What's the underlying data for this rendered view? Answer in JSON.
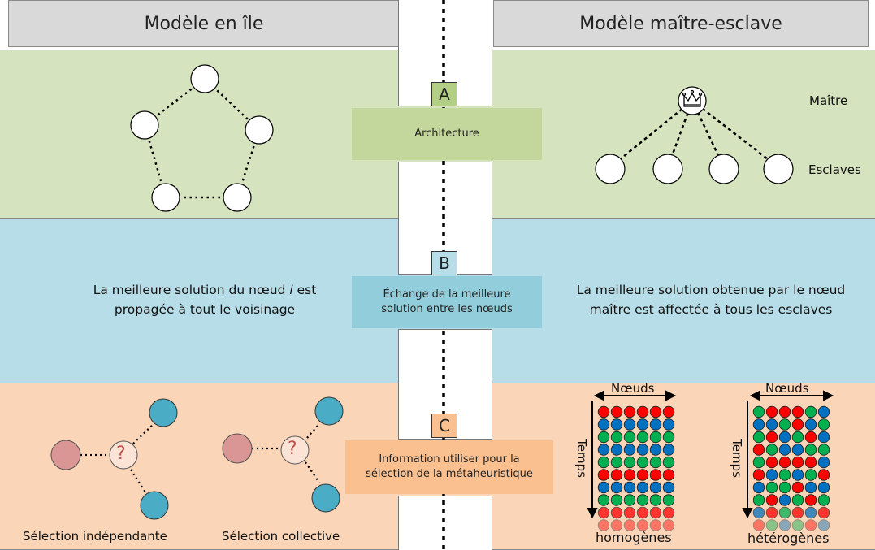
{
  "headers": {
    "left": "Modèle en île",
    "right": "Modèle maître-esclave"
  },
  "sections": {
    "a": {
      "tag": "A",
      "label": "Architecture"
    },
    "b": {
      "tag": "B",
      "label_line1": "Échange de la meilleure",
      "label_line2": "solution entre les nœuds"
    },
    "c": {
      "tag": "C",
      "label_line1": "Information utiliser pour la",
      "label_line2": "sélection de la métaheuristique"
    }
  },
  "architecture": {
    "master_label": "Maître",
    "slaves_label": "Esclaves",
    "master_icon": "crown-icon"
  },
  "exchange": {
    "island_line1_pre": "La meilleure solution du nœud ",
    "island_line1_var": "i",
    "island_line1_post": " est",
    "island_line2": "propagée à tout le voisinage",
    "master_line1": "La meilleure solution obtenue par le nœud",
    "master_line2": "maître est affectée à tous les esclaves"
  },
  "selection": {
    "question_mark": "?",
    "independent_label": "Sélection indépendante",
    "collective_label": "Sélection collective",
    "grid_x_label": "Nœuds",
    "grid_y_label": "Temps",
    "homogeneous_label": "homogènes",
    "heterogeneous_label": "hétérogènes"
  },
  "colors": {
    "band_a": "#d6e3bf",
    "band_b": "#b7dde8",
    "band_c": "#fad5b8",
    "box_a": "#c3d69b",
    "box_b": "#92cddc",
    "box_c": "#fac090",
    "tag_a": "#b2cf85",
    "tag_b": "#b7dde8",
    "tag_c": "#fac090",
    "pink_node": "#d99694",
    "blue_node": "#4bacc6",
    "question": "#c0504d",
    "dot_red": "#ff0000",
    "dot_blue": "#0070c0",
    "dot_green": "#00b050"
  },
  "grids": {
    "homogeneous_rows": [
      "red",
      "blue",
      "green",
      "blue",
      "green",
      "red",
      "blue",
      "green",
      "red",
      "red"
    ],
    "heterogeneous_rows": [
      [
        "green",
        "red",
        "red",
        "red",
        "green",
        "blue"
      ],
      [
        "blue",
        "blue",
        "green",
        "red",
        "blue",
        "green"
      ],
      [
        "green",
        "red",
        "blue",
        "green",
        "red",
        "blue"
      ],
      [
        "red",
        "green",
        "blue",
        "blue",
        "green",
        "green"
      ],
      [
        "green",
        "red",
        "red",
        "red",
        "red",
        "blue"
      ],
      [
        "red",
        "blue",
        "green",
        "blue",
        "green",
        "red"
      ],
      [
        "blue",
        "green",
        "green",
        "red",
        "blue",
        "blue"
      ],
      [
        "green",
        "red",
        "blue",
        "green",
        "red",
        "green"
      ],
      [
        "blue",
        "red",
        "green",
        "red",
        "blue",
        "red"
      ],
      [
        "red",
        "green",
        "blue",
        "green",
        "red",
        "blue"
      ]
    ]
  }
}
